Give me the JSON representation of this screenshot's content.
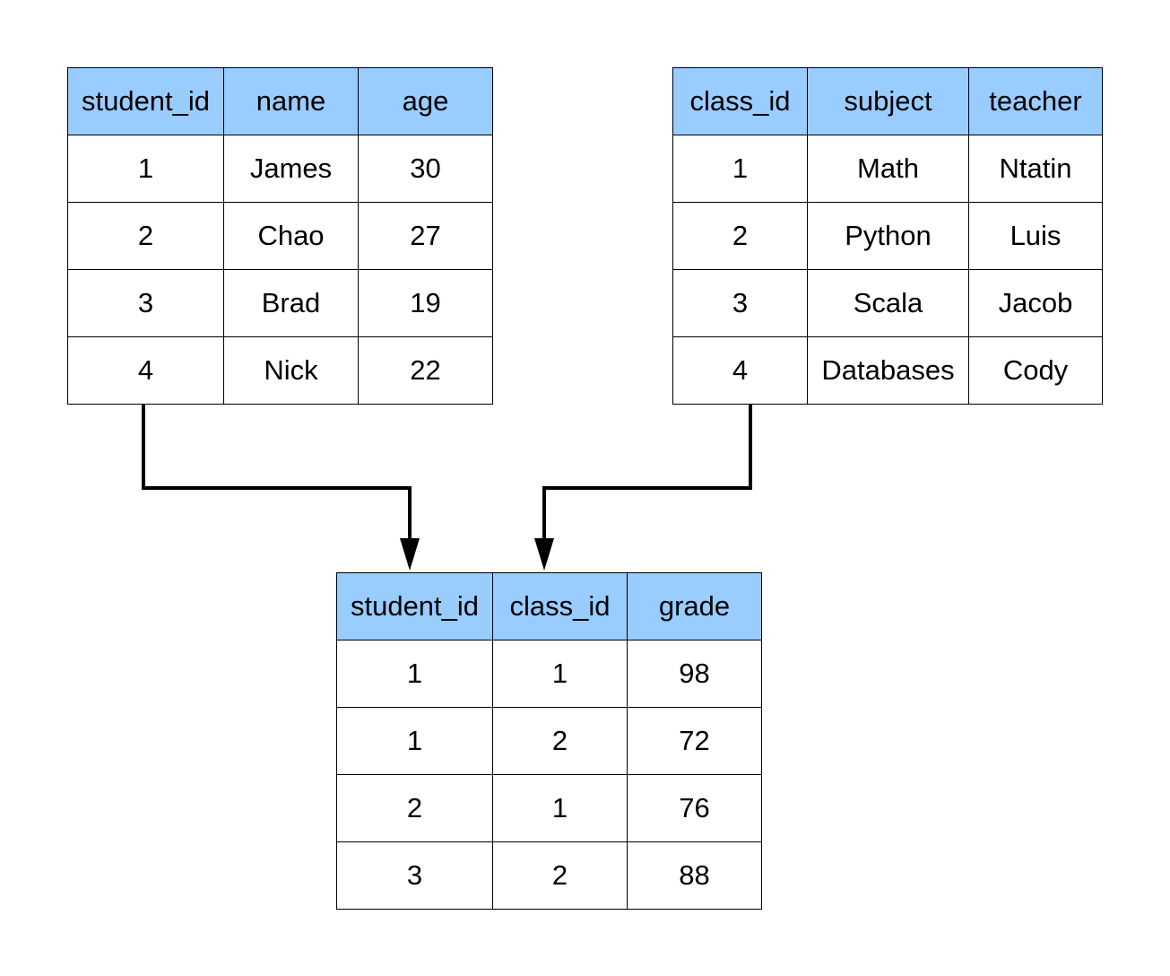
{
  "students": {
    "headers": [
      "student_id",
      "name",
      "age"
    ],
    "rows": [
      [
        "1",
        "James",
        "30"
      ],
      [
        "2",
        "Chao",
        "27"
      ],
      [
        "3",
        "Brad",
        "19"
      ],
      [
        "4",
        "Nick",
        "22"
      ]
    ]
  },
  "classes": {
    "headers": [
      "class_id",
      "subject",
      "teacher"
    ],
    "rows": [
      [
        "1",
        "Math",
        "Ntatin"
      ],
      [
        "2",
        "Python",
        "Luis"
      ],
      [
        "3",
        "Scala",
        "Jacob"
      ],
      [
        "4",
        "Databases",
        "Cody"
      ]
    ]
  },
  "grades": {
    "headers": [
      "student_id",
      "class_id",
      "grade"
    ],
    "rows": [
      [
        "1",
        "1",
        "98"
      ],
      [
        "1",
        "2",
        "72"
      ],
      [
        "2",
        "1",
        "76"
      ],
      [
        "3",
        "2",
        "88"
      ]
    ]
  },
  "colors": {
    "header_fill": "#99ccff",
    "line": "#000000"
  }
}
